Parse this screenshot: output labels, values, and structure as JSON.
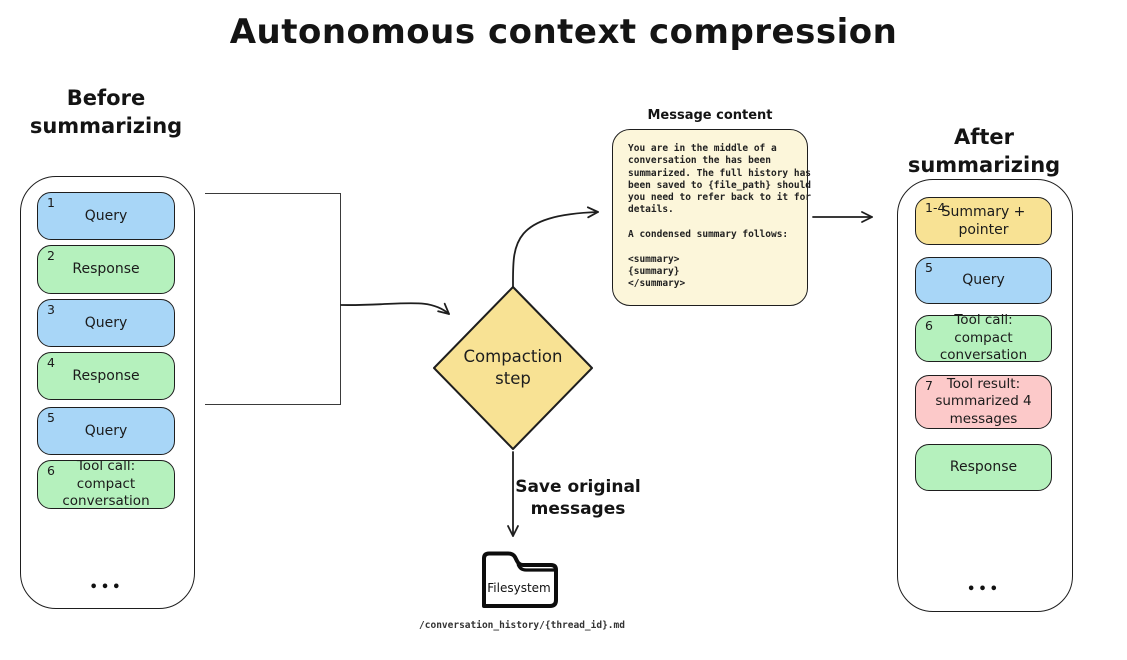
{
  "title": "Autonomous context compression",
  "before": {
    "heading": "Before\nsummarizing",
    "ellipsis": "•••",
    "messages": [
      {
        "num": "1",
        "label": "Query",
        "color": "blue"
      },
      {
        "num": "2",
        "label": "Response",
        "color": "green"
      },
      {
        "num": "3",
        "label": "Query",
        "color": "blue"
      },
      {
        "num": "4",
        "label": "Response",
        "color": "green"
      },
      {
        "num": "5",
        "label": "Query",
        "color": "blue"
      },
      {
        "num": "6",
        "label": "Tool call:\ncompact conversation",
        "color": "green"
      }
    ]
  },
  "after": {
    "heading": "After\nsummarizing",
    "ellipsis": "•••",
    "messages": [
      {
        "num": "1-4",
        "label": "Summary +\npointer",
        "color": "yellow"
      },
      {
        "num": "5",
        "label": "Query",
        "color": "blue"
      },
      {
        "num": "6",
        "label": "Tool call:\ncompact conversation",
        "color": "green"
      },
      {
        "num": "7",
        "label": "Tool result:\nsummarized 4\nmessages",
        "color": "pink"
      },
      {
        "num": "",
        "label": "Response",
        "color": "green"
      }
    ]
  },
  "compaction": {
    "label": "Compaction\nstep"
  },
  "note": {
    "label": "Message content",
    "text": "You are in the middle of a\nconversation the has been\nsummarized. The full history has\nbeen saved to {file_path} should\nyou need to refer back to it for\ndetails.\n\nA condensed summary follows:\n\n<summary>\n{summary}\n</summary>"
  },
  "save_label": "Save original\nmessages",
  "filesystem": {
    "label": "Filesystem",
    "path": "/conversation_history/{thread_id}.md"
  },
  "colors": {
    "blue": "#a8d6f7",
    "green": "#b5f1bd",
    "yellow": "#f8e294",
    "pink": "#fcc9c9",
    "note_background": "#fcf6da",
    "stroke": "#1e1e1e"
  }
}
